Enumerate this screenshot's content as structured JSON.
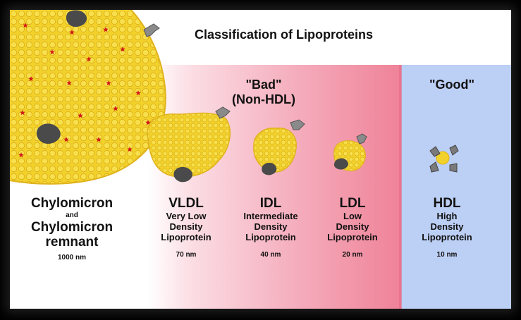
{
  "title": "Classification of Lipoproteins",
  "groups": {
    "bad": [
      "\"Bad\"",
      "(Non-HDL)"
    ],
    "good": "\"Good\""
  },
  "columns": [
    {
      "name": "Chylomicron",
      "connector": "and",
      "name2": "Chylomicron",
      "name3": "remnant",
      "size": "1000 nm"
    },
    {
      "name": "VLDL",
      "full": [
        "Very Low",
        "Density",
        "Lipoprotein"
      ],
      "size": "70 nm"
    },
    {
      "name": "IDL",
      "full": [
        "Intermediate",
        "Density",
        "Lipoprotein"
      ],
      "size": "40 nm"
    },
    {
      "name": "LDL",
      "full": [
        "Low",
        "Density",
        "Lipoprotein"
      ],
      "size": "20 nm"
    },
    {
      "name": "HDL",
      "full": [
        "High",
        "Density",
        "Lipoprotein"
      ],
      "size": "10 nm"
    }
  ],
  "colors": {
    "particle": "#f2d22a",
    "particle_edge": "#e0b21c",
    "star": "#d01818",
    "apoprotein": "#4a4a4a",
    "bad_band": "#ef8298",
    "good_band": "#bccff5"
  }
}
